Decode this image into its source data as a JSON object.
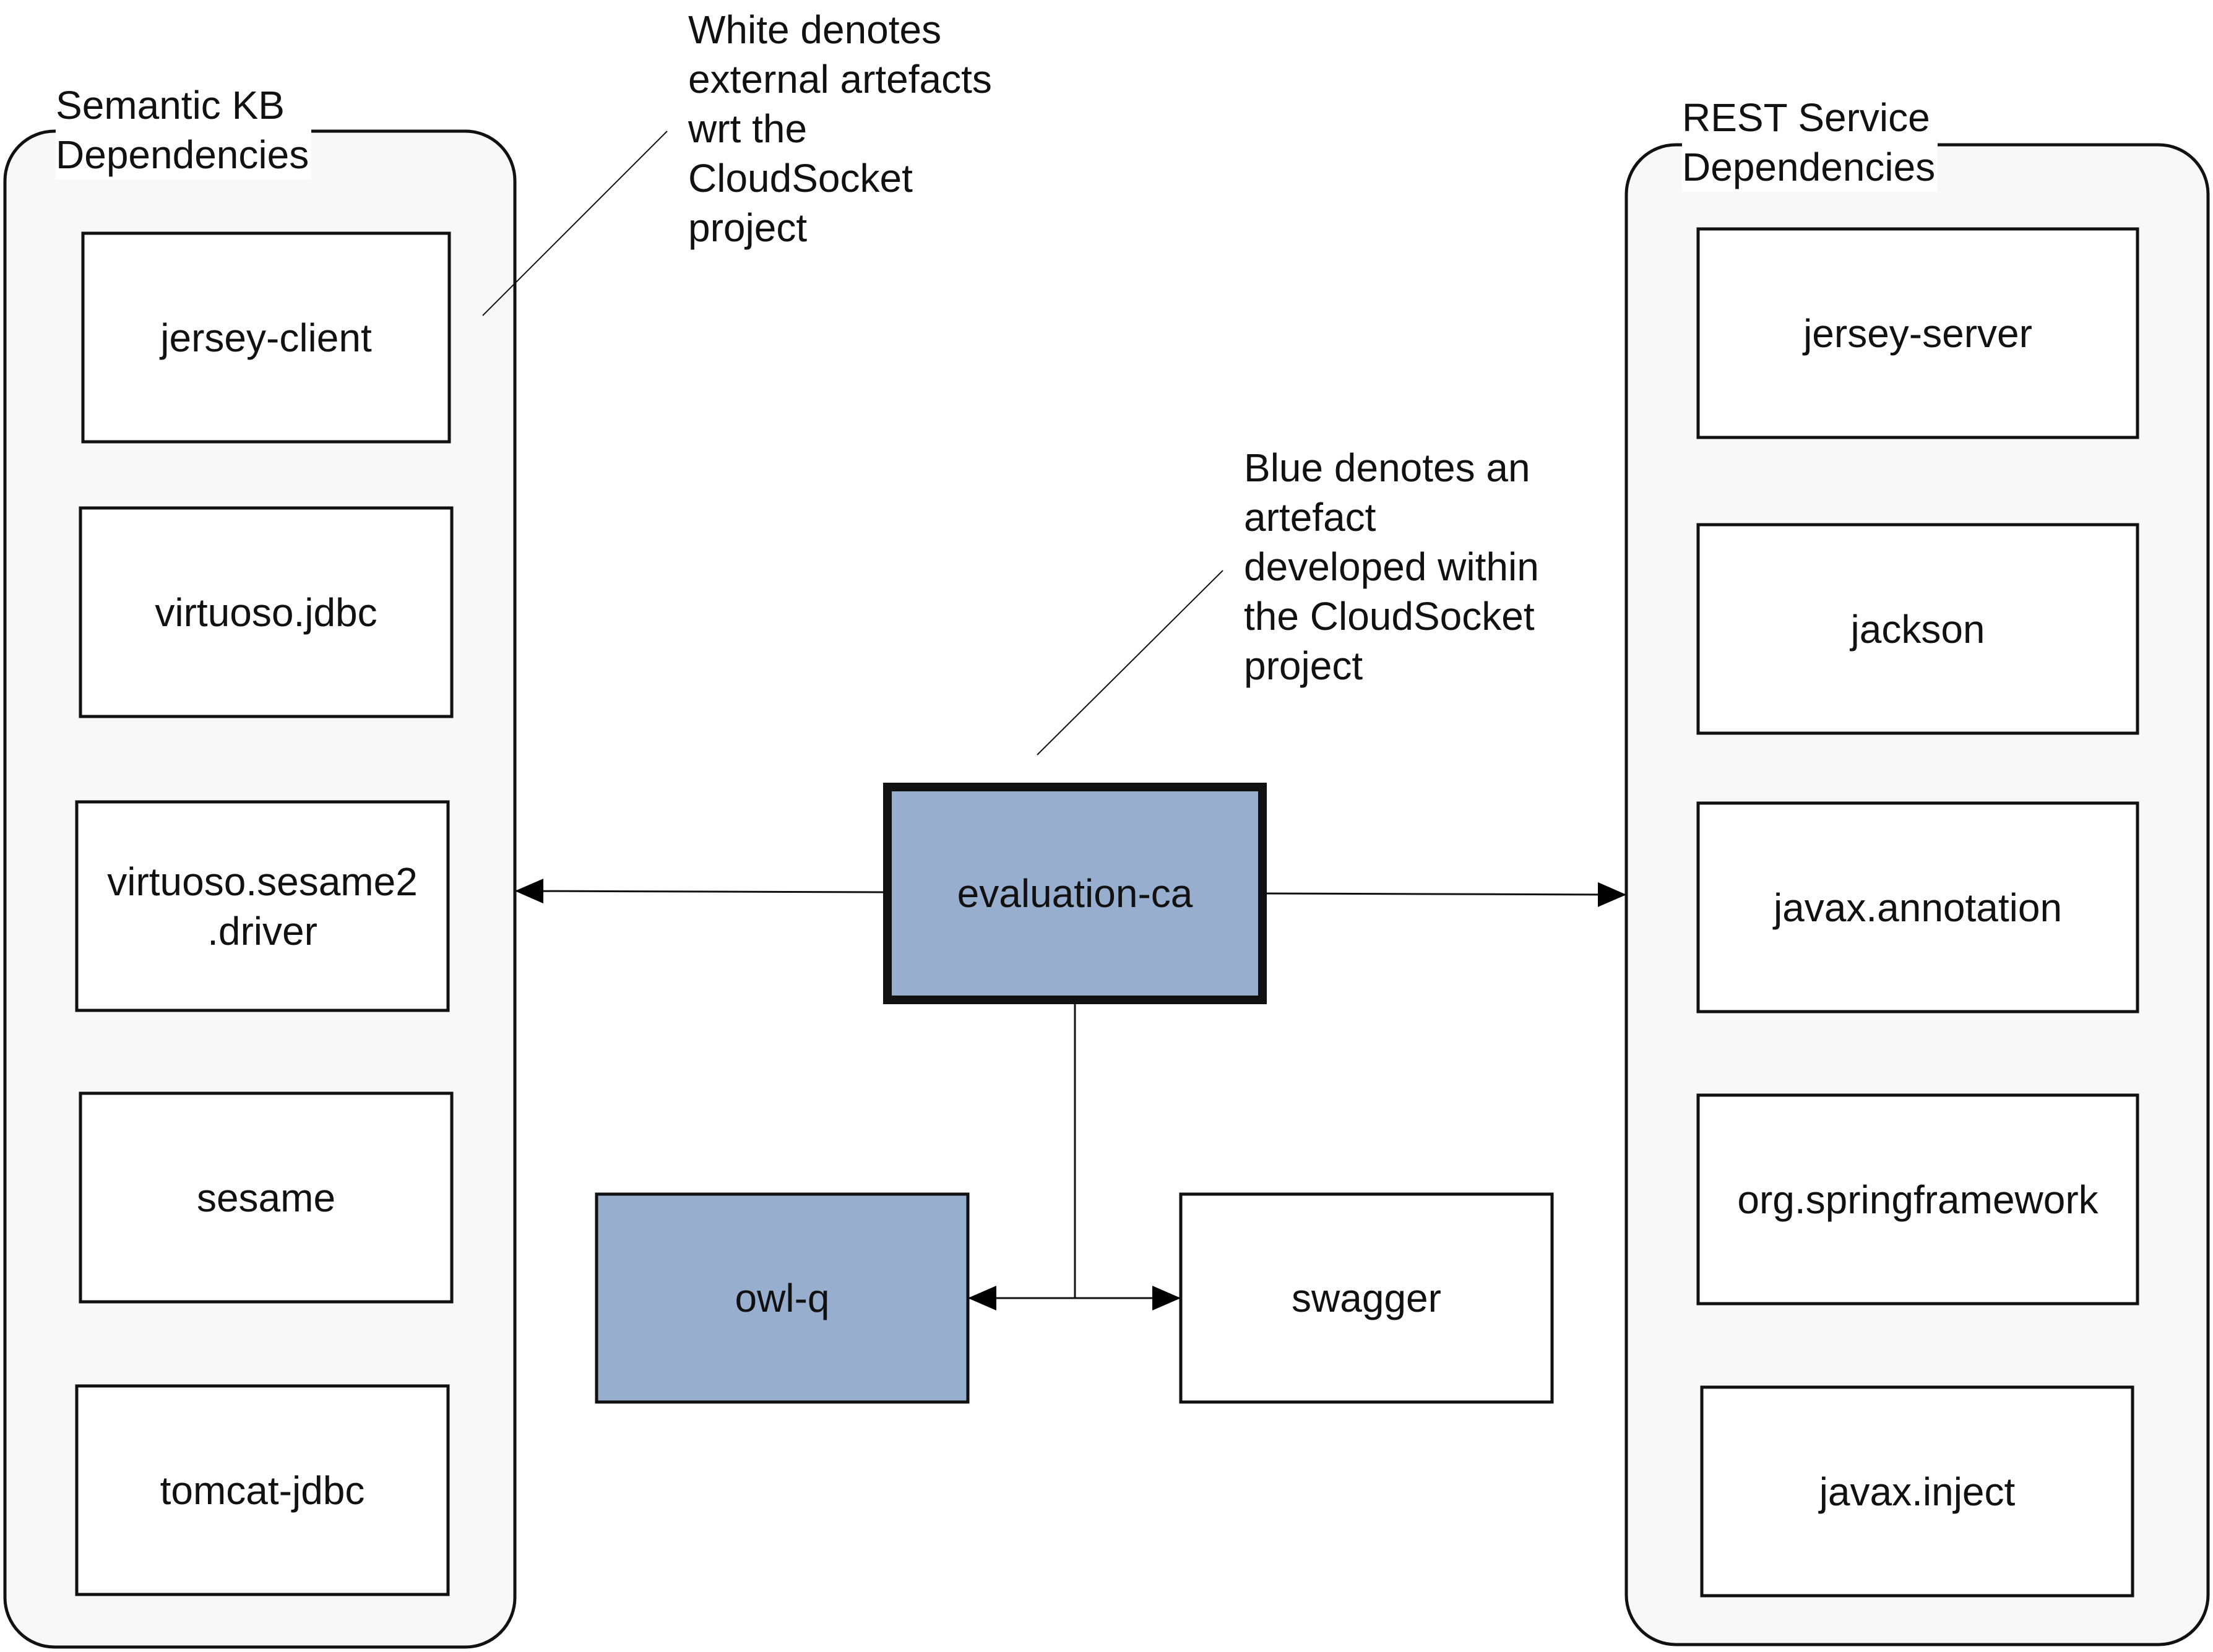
{
  "groups": {
    "semantic_kb": {
      "title": "Semantic KB\nDependencies",
      "items": [
        "jersey-client",
        "virtuoso.jdbc",
        "virtuoso.sesame2\n.driver",
        "sesame",
        "tomcat-jdbc"
      ]
    },
    "rest_service": {
      "title": "REST Service\nDependencies",
      "items": [
        "jersey-server",
        "jackson",
        "javax.annotation",
        "org.springframework",
        "javax.inject"
      ]
    }
  },
  "nodes": {
    "evaluation_ca": "evaluation-ca",
    "owl_q": "owl-q",
    "swagger": "swagger"
  },
  "notes": {
    "white": "White denotes\nexternal artefacts\nwrt the\nCloudSocket\nproject",
    "blue": "Blue denotes an\nartefact\ndeveloped within\nthe CloudSocket\nproject"
  },
  "colors": {
    "internal_artefact": "#97AECE",
    "external_artefact": "#FFFFFF",
    "group_fill": "#F8F8F8"
  }
}
